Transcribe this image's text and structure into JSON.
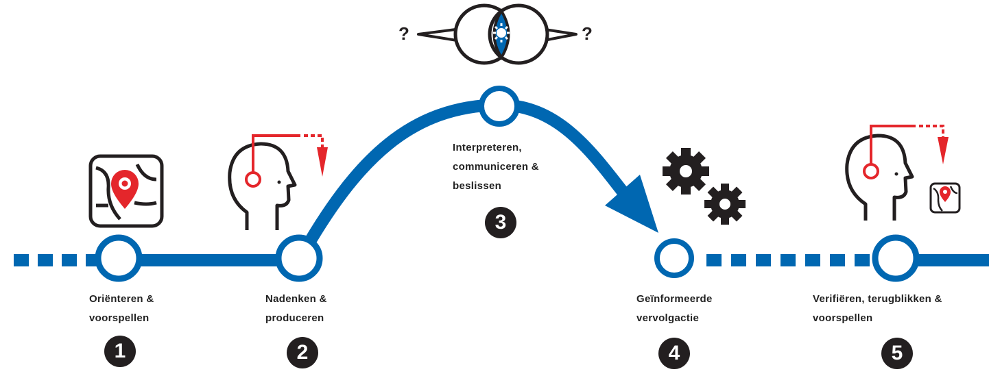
{
  "steps": [
    {
      "number": "1",
      "label_lines": [
        "Oriënteren &",
        "voorspellen"
      ],
      "icon": "map-pin-icon"
    },
    {
      "number": "2",
      "label_lines": [
        "Nadenken &",
        "produceren"
      ],
      "icon": "thinking-head-icon"
    },
    {
      "number": "3",
      "label_lines": [
        "Interpreteren,",
        "communiceren &",
        "beslissen"
      ],
      "icon": "shared-understanding-icon"
    },
    {
      "number": "4",
      "label_lines": [
        "Geïnformeerde",
        "vervolgactie"
      ],
      "icon": "gears-icon"
    },
    {
      "number": "5",
      "label_lines": [
        "Verifiëren, terugblikken &",
        "voorspellen"
      ],
      "icon": "thinking-head-with-map-icon"
    }
  ],
  "question_marks": [
    "?",
    "?"
  ],
  "colors": {
    "path_blue": "#0067b1",
    "accent_red": "#e4262b",
    "badge_dark": "#231f20",
    "icon_dark": "#231f20"
  }
}
